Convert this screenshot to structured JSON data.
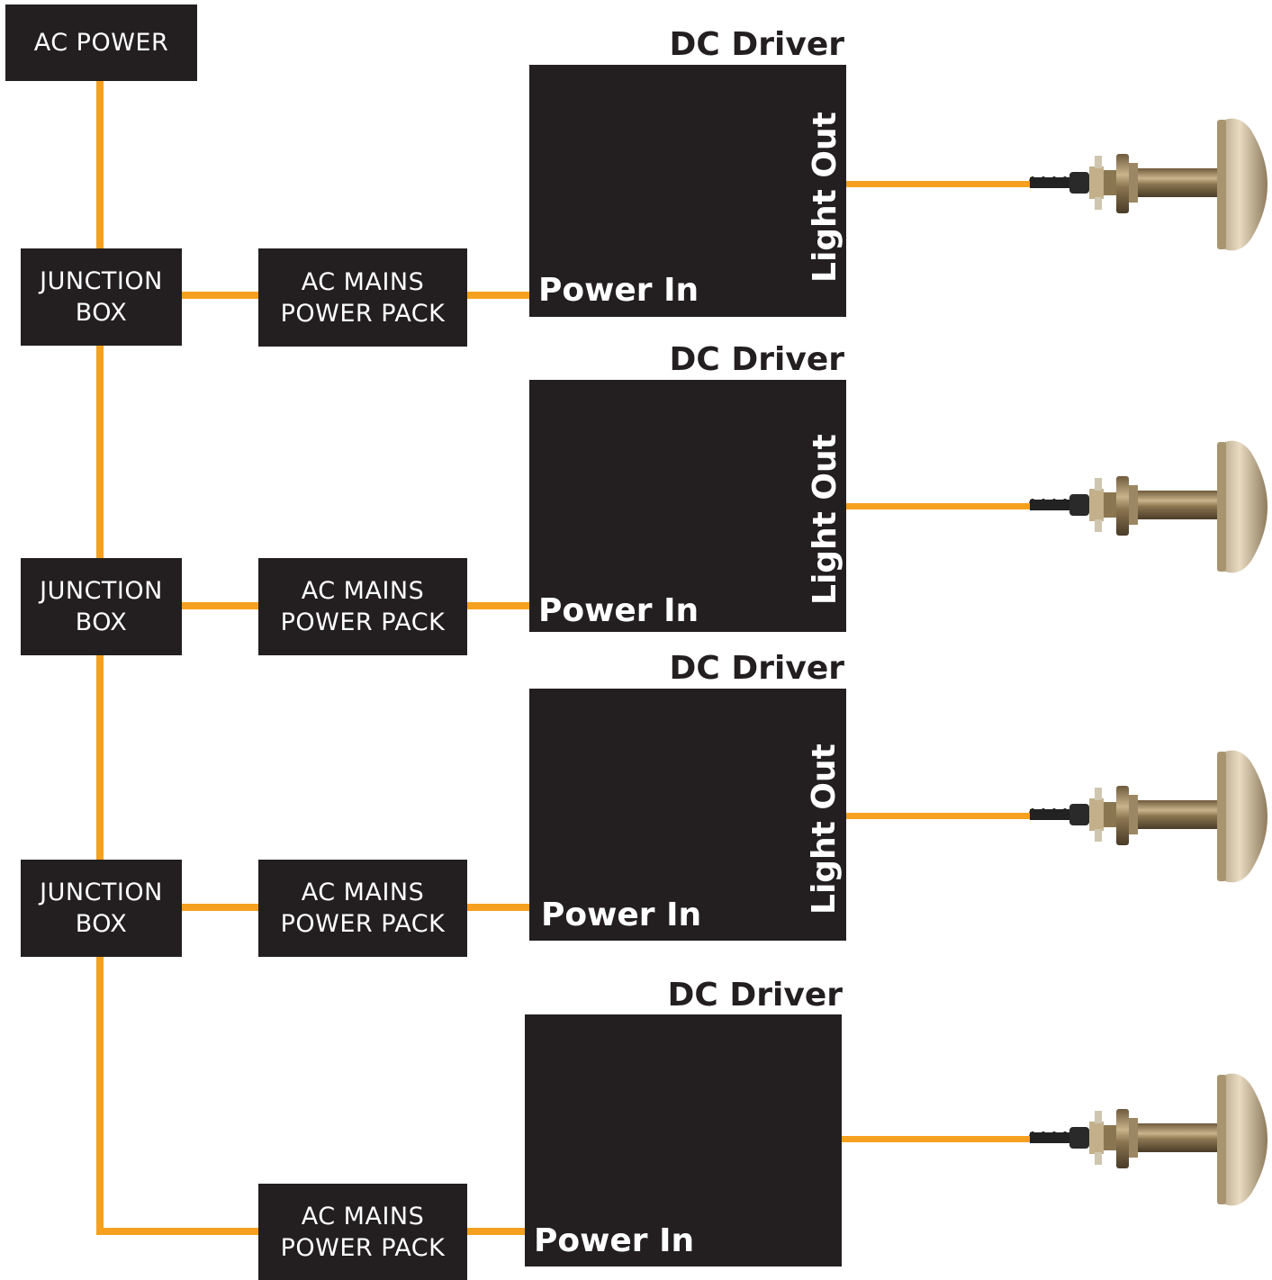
{
  "colors": {
    "wire": "#f5a11f",
    "box": "#231f20",
    "text_on_box": "#ffffff"
  },
  "source": {
    "label": "AC POWER"
  },
  "junction_boxes": [
    {
      "line1": "JUNCTION",
      "line2": "BOX"
    },
    {
      "line1": "JUNCTION",
      "line2": "BOX"
    },
    {
      "line1": "JUNCTION",
      "line2": "BOX"
    }
  ],
  "power_packs": [
    {
      "line1": "AC MAINS",
      "line2": "POWER PACK"
    },
    {
      "line1": "AC MAINS",
      "line2": "POWER PACK"
    },
    {
      "line1": "AC MAINS",
      "line2": "POWER PACK"
    },
    {
      "line1": "AC MAINS",
      "line2": "POWER PACK"
    }
  ],
  "drivers": [
    {
      "title": "DC Driver",
      "power_in": "Power In",
      "light_out": "Light Out"
    },
    {
      "title": "DC Driver",
      "power_in": "Power In",
      "light_out": "Light Out"
    },
    {
      "title": "DC Driver",
      "power_in": "Power In",
      "light_out": "Light Out"
    },
    {
      "title": "DC Driver",
      "power_in": "Power In"
    }
  ],
  "fixtures": [
    {
      "icon": "underwater-light-fixture-icon"
    },
    {
      "icon": "underwater-light-fixture-icon"
    },
    {
      "icon": "underwater-light-fixture-icon"
    },
    {
      "icon": "underwater-light-fixture-icon"
    }
  ]
}
